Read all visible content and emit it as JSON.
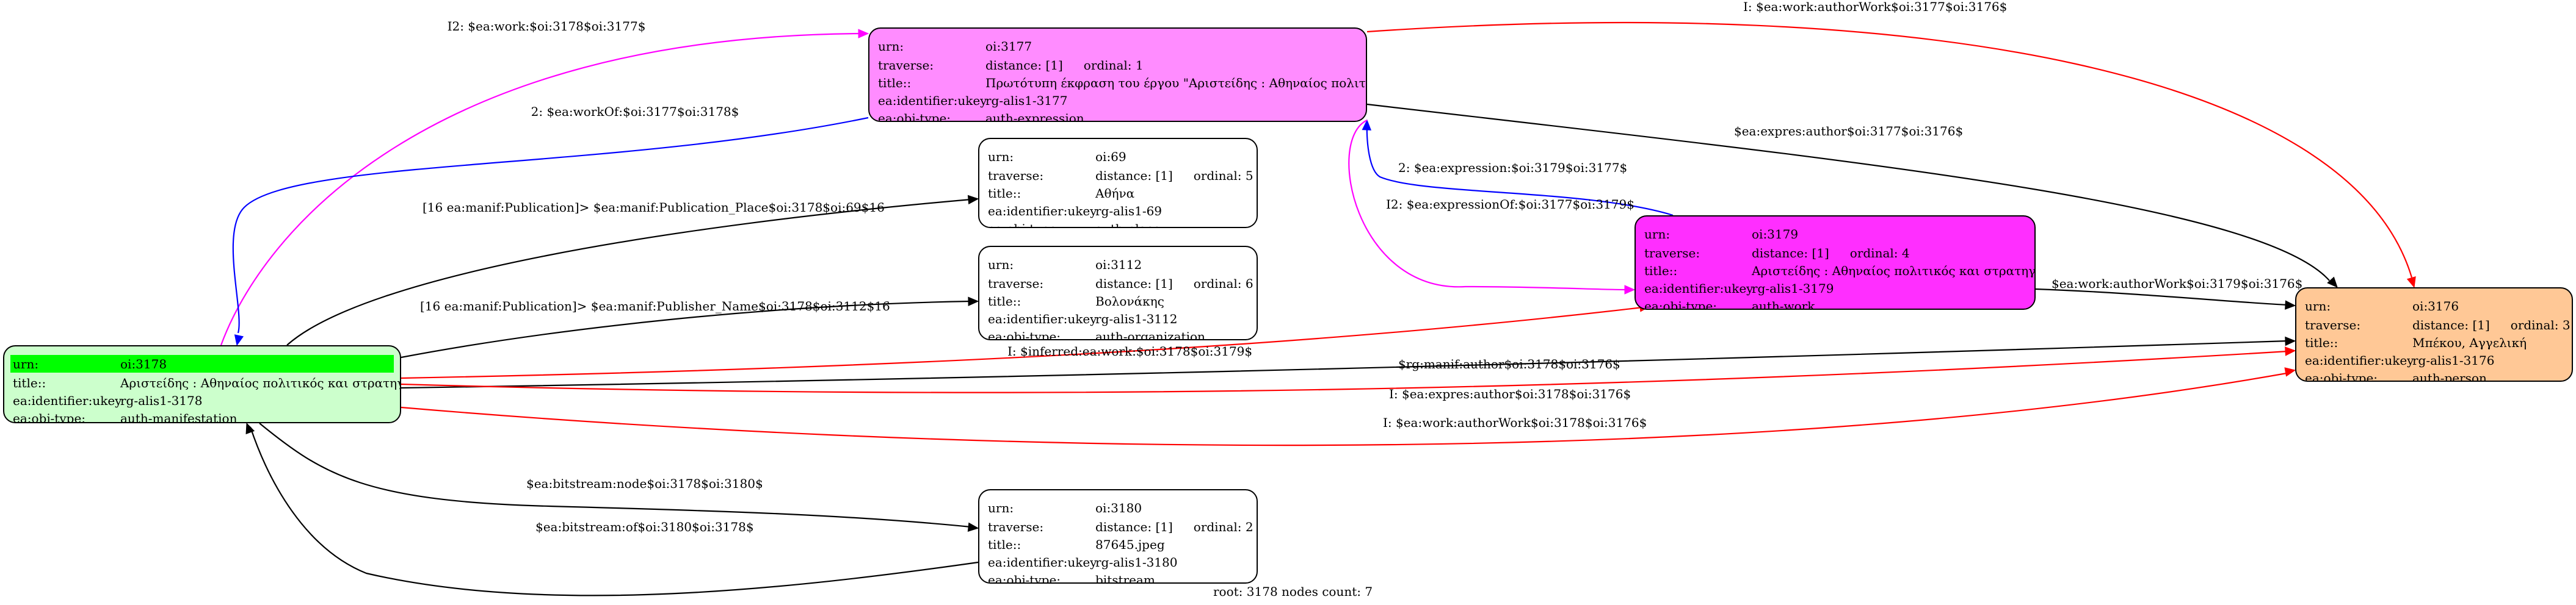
{
  "nodes": {
    "n3177": {
      "color": "#ff8cff",
      "rows": [
        {
          "k": "urn:",
          "v": "oi:3177"
        },
        {
          "k": "traverse:",
          "v": "distance: [1]",
          "v2": "ordinal: 1"
        },
        {
          "k": "title::",
          "v": "Πρωτότυπη έκφραση του έργου \"Αριστείδης : Αθηναίος πολιτικ..."
        },
        {
          "k": "ea:identifier:ukey",
          "v": "rg-alis1-3177"
        },
        {
          "k": "ea:obj-type:",
          "v": "auth-expression"
        }
      ]
    },
    "n69": {
      "color": "#ffffff",
      "rows": [
        {
          "k": "urn:",
          "v": "oi:69"
        },
        {
          "k": "traverse:",
          "v": "distance: [1]",
          "v2": "ordinal: 5"
        },
        {
          "k": "title::",
          "v": "Αθήνα"
        },
        {
          "k": "ea:identifier:ukey",
          "v": "rg-alis1-69"
        },
        {
          "k": "ea:obj-type:",
          "v": "auth-place"
        }
      ]
    },
    "n3112": {
      "color": "#ffffff",
      "rows": [
        {
          "k": "urn:",
          "v": "oi:3112"
        },
        {
          "k": "traverse:",
          "v": "distance: [1]",
          "v2": "ordinal: 6"
        },
        {
          "k": "title::",
          "v": "Βολονάκης"
        },
        {
          "k": "ea:identifier:ukey",
          "v": "rg-alis1-3112"
        },
        {
          "k": "ea:obj-type:",
          "v": "auth-organization"
        }
      ]
    },
    "n3179": {
      "color": "#ff2eff",
      "rows": [
        {
          "k": "urn:",
          "v": "oi:3179"
        },
        {
          "k": "traverse:",
          "v": "distance: [1]",
          "v2": "ordinal: 4"
        },
        {
          "k": "title::",
          "v": "Αριστείδης : Αθηναίος πολιτικός και στρατηγός"
        },
        {
          "k": "ea:identifier:ukey",
          "v": "rg-alis1-3179"
        },
        {
          "k": "ea:obj-type:",
          "v": "auth-work"
        }
      ]
    },
    "n3176": {
      "color": "#ffc896",
      "rows": [
        {
          "k": "urn:",
          "v": "oi:3176"
        },
        {
          "k": "traverse:",
          "v": "distance: [1]",
          "v2": "ordinal: 3"
        },
        {
          "k": "title::",
          "v": "Μπέκου, Αγγελική"
        },
        {
          "k": "ea:identifier:ukey",
          "v": "rg-alis1-3176"
        },
        {
          "k": "ea:obj-type:",
          "v": "auth-person"
        }
      ]
    },
    "n3178": {
      "color": "#ccffcc",
      "highlight": "#00ff00",
      "rows": [
        {
          "k": "urn:",
          "v": "oi:3178"
        },
        {
          "k": "title::",
          "v": "Αριστείδης : Αθηναίος πολιτικός και στρατηγός"
        },
        {
          "k": "ea:identifier:ukey",
          "v": "rg-alis1-3178"
        },
        {
          "k": "ea:obj-type:",
          "v": "auth-manifestation"
        }
      ]
    },
    "n3180": {
      "color": "#ffffff",
      "rows": [
        {
          "k": "urn:",
          "v": "oi:3180"
        },
        {
          "k": "traverse:",
          "v": "distance: [1]",
          "v2": "ordinal: 2"
        },
        {
          "k": "title::",
          "v": "87645.jpeg"
        },
        {
          "k": "ea:identifier:ukey",
          "v": "rg-alis1-3180"
        },
        {
          "k": "ea:obj-type:",
          "v": "bitstream"
        }
      ]
    }
  },
  "edges": [
    {
      "id": "e1",
      "label": "I2: $ea:work:$oi:3178$oi:3177$",
      "color": "#ff00ff"
    },
    {
      "id": "e2",
      "label": "2: $ea:workOf:$oi:3177$oi:3178$",
      "color": "#0000ff"
    },
    {
      "id": "e3",
      "label": "I: $ea:work:authorWork$oi:3177$oi:3176$",
      "color": "#ff0000"
    },
    {
      "id": "e4",
      "label": "$ea:expres:author$oi:3177$oi:3176$",
      "color": "#000000"
    },
    {
      "id": "e5",
      "label": "2: $ea:expression:$oi:3179$oi:3177$",
      "color": "#0000ff"
    },
    {
      "id": "e6",
      "label": "I2: $ea:expressionOf:$oi:3177$oi:3179$",
      "color": "#ff00ff"
    },
    {
      "id": "e7",
      "label": "[16 ea:manif:Publication]> $ea:manif:Publication_Place$oi:3178$oi:69$16",
      "color": "#000000"
    },
    {
      "id": "e8",
      "label": "[16 ea:manif:Publication]> $ea:manif:Publisher_Name$oi:3178$oi:3112$16",
      "color": "#000000"
    },
    {
      "id": "e9",
      "label": "$ea:work:authorWork$oi:3179$oi:3176$",
      "color": "#000000"
    },
    {
      "id": "e10",
      "label": "I: $inferred:ea:work:$oi:3178$oi:3179$",
      "color": "#ff0000"
    },
    {
      "id": "e11",
      "label": "$rg:manif:author$oi:3178$oi:3176$",
      "color": "#000000"
    },
    {
      "id": "e12",
      "label": "I: $ea:expres:author$oi:3178$oi:3176$",
      "color": "#ff0000"
    },
    {
      "id": "e13",
      "label": "I: $ea:work:authorWork$oi:3178$oi:3176$",
      "color": "#ff0000"
    },
    {
      "id": "e14",
      "label": "$ea:bitstream:node$oi:3178$oi:3180$",
      "color": "#000000"
    },
    {
      "id": "e15",
      "label": "$ea:bitstream:of$oi:3180$oi:3178$",
      "color": "#000000"
    }
  ],
  "footer": "root: 3178 nodes count: 7"
}
